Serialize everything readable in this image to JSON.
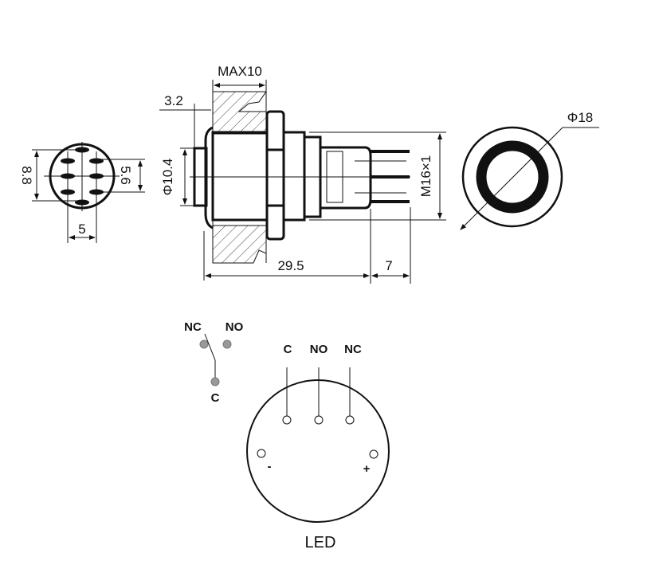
{
  "front_view": {
    "dim_height": "8.8",
    "dim_pitch_v": "5.6",
    "dim_pitch_h": "5"
  },
  "side_view": {
    "dim_panel": "MAX10",
    "dim_bezel": "3.2",
    "dim_button_dia": "Φ10.4",
    "dim_thread": "M16×1",
    "dim_length": "29.5",
    "dim_pins": "7"
  },
  "rear_view": {
    "dim_diameter": "Φ18"
  },
  "switch_symbol": {
    "nc": "NC",
    "no": "NO",
    "c": "C"
  },
  "wiring": {
    "pin_c": "C",
    "pin_no": "NO",
    "pin_nc": "NC",
    "minus": "-",
    "plus": "+",
    "caption": "LED"
  }
}
